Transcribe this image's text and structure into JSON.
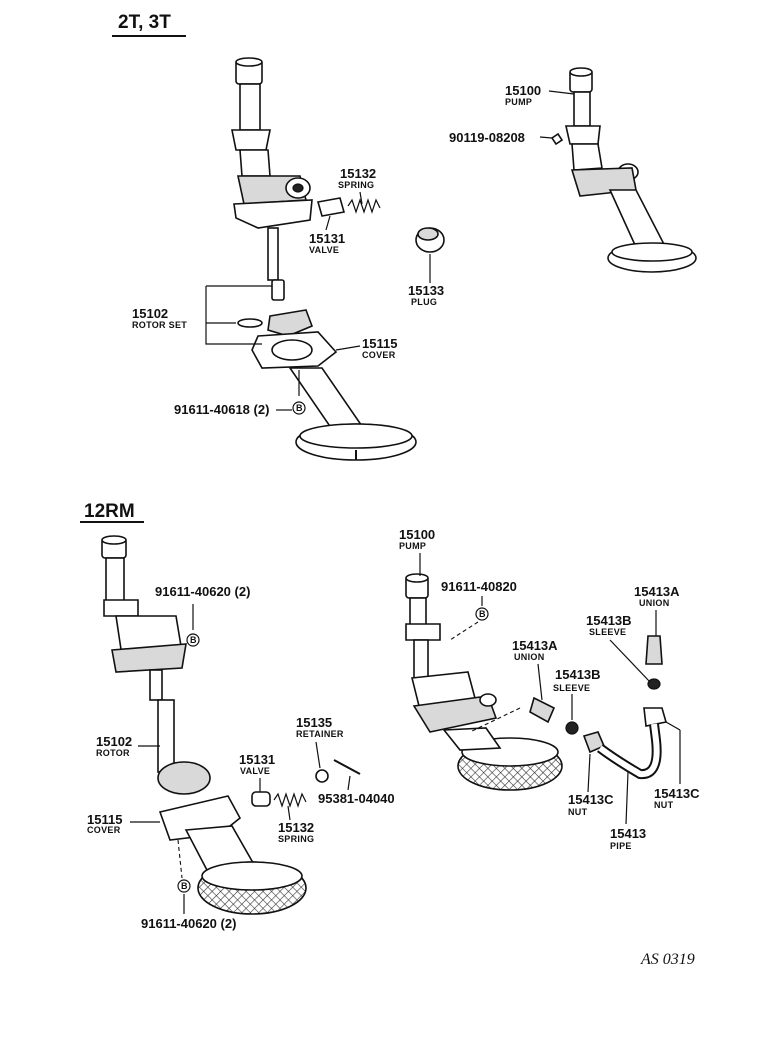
{
  "sections": {
    "top_heading": "2T, 3T",
    "bottom_heading": "12RM"
  },
  "labels": {
    "t_15132_num": "15132",
    "t_15132_name": "SPRING",
    "t_15131_num": "15131",
    "t_15131_name": "VALVE",
    "t_15133_num": "15133",
    "t_15133_name": "PLUG",
    "t_15102_num": "15102",
    "t_15102_name": "ROTOR SET",
    "t_15115_num": "15115",
    "t_15115_name": "COVER",
    "t_bolt": "91611-40618 (2)",
    "t_15100_num": "15100",
    "t_15100_name": "PUMP",
    "t_screw": "90119-08208",
    "b_bolt_top": "91611-40620 (2)",
    "b_15102_num": "15102",
    "b_15102_name": "ROTOR",
    "b_15135_num": "15135",
    "b_15135_name": "RETAINER",
    "b_15131_num": "15131",
    "b_15131_name": "VALVE",
    "b_pin": "95381-04040",
    "b_15132_num": "15132",
    "b_15132_name": "SPRING",
    "b_15115_num": "15115",
    "b_15115_name": "COVER",
    "b_bolt_bottom": "91611-40620 (2)",
    "r_15100_num": "15100",
    "r_15100_name": "PUMP",
    "r_bolt": "91611-40820",
    "r_15413A_top_num": "15413A",
    "r_15413A_top_name": "UNION",
    "r_15413B_top_num": "15413B",
    "r_15413B_top_name": "SLEEVE",
    "r_15413A_mid_num": "15413A",
    "r_15413A_mid_name": "UNION",
    "r_15413B_mid_num": "15413B",
    "r_15413B_mid_name": "SLEEVE",
    "r_15413C_left_num": "15413C",
    "r_15413C_left_name": "NUT",
    "r_15413C_right_num": "15413C",
    "r_15413C_right_name": "NUT",
    "r_15413_num": "15413",
    "r_15413_name": "PIPE",
    "b_marker": "B"
  },
  "footer": {
    "drawing_code": "AS 0319"
  }
}
